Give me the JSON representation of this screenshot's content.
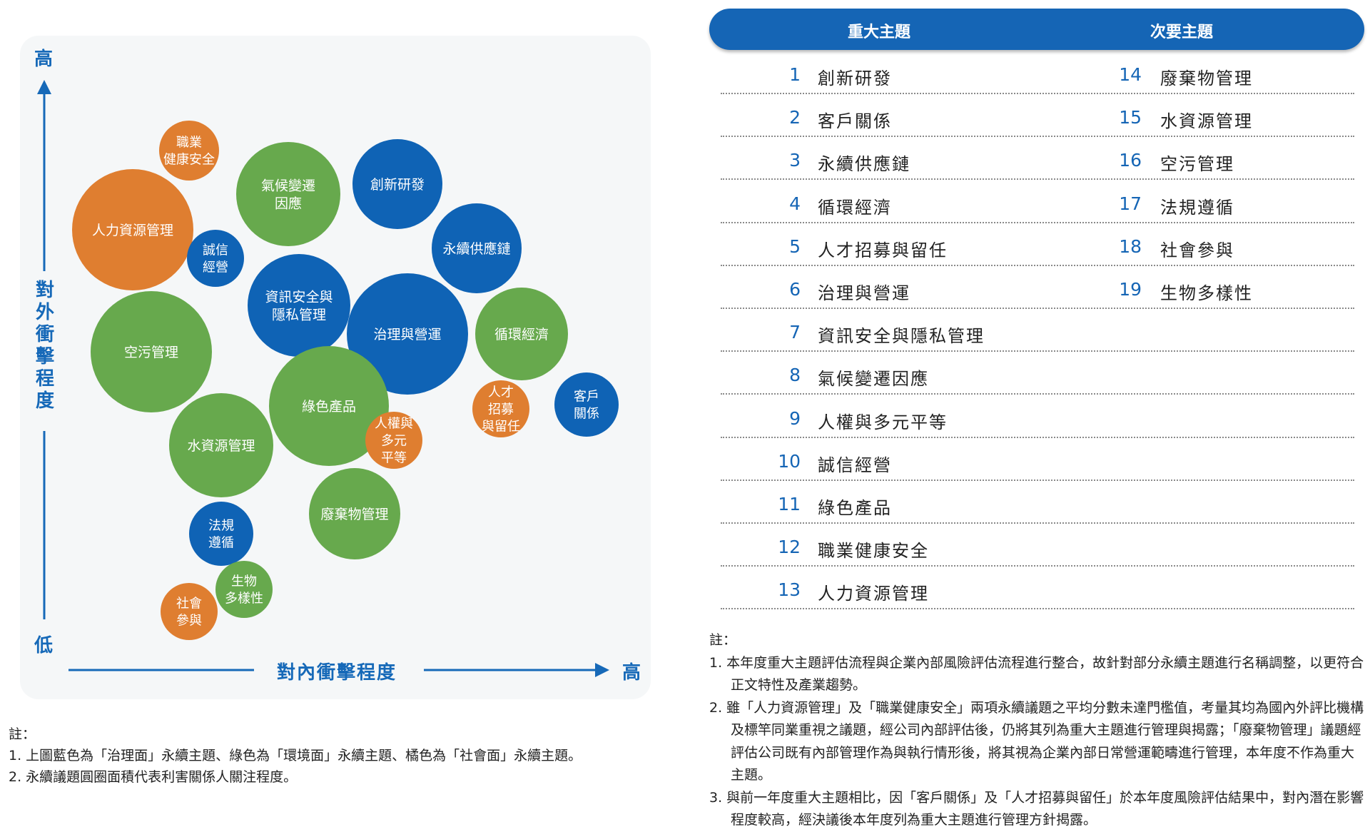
{
  "axis": {
    "y_label": "對外衝擊程度",
    "x_label": "對內衝擊程度",
    "high": "高",
    "low": "低"
  },
  "colors": {
    "governance": "#0f63b5",
    "environment": "#67a94d",
    "social": "#df7e30",
    "axis": "#1669b8"
  },
  "bubbles": [
    {
      "label": "人力資源管理",
      "cat": "social"
    },
    {
      "label": "職業\n健康安全",
      "cat": "social"
    },
    {
      "label": "氣候變遷\n因應",
      "cat": "environment"
    },
    {
      "label": "創新研發",
      "cat": "governance"
    },
    {
      "label": "永續供應鏈",
      "cat": "governance"
    },
    {
      "label": "誠信\n經營",
      "cat": "governance"
    },
    {
      "label": "資訊安全與\n隱私管理",
      "cat": "governance"
    },
    {
      "label": "治理與營運",
      "cat": "governance"
    },
    {
      "label": "循環經濟",
      "cat": "environment"
    },
    {
      "label": "空污管理",
      "cat": "environment"
    },
    {
      "label": "綠色產品",
      "cat": "environment"
    },
    {
      "label": "人才\n招募\n與留任",
      "cat": "social"
    },
    {
      "label": "客戶\n關係",
      "cat": "governance"
    },
    {
      "label": "人權與\n多元\n平等",
      "cat": "social"
    },
    {
      "label": "水資源管理",
      "cat": "environment"
    },
    {
      "label": "廢棄物管理",
      "cat": "environment"
    },
    {
      "label": "法規\n遵循",
      "cat": "governance"
    },
    {
      "label": "生物\n多樣性",
      "cat": "environment"
    },
    {
      "label": "社會\n參與",
      "cat": "social"
    }
  ],
  "left_notes": {
    "title": "註：",
    "items": [
      "1.  上圖藍色為「治理面」永續主題、綠色為「環境面」永續主題、橘色為「社會面」永續主題。",
      "2.  永續議題圓圈面積代表利害關係人關注程度。"
    ]
  },
  "table": {
    "major_header": "重大主題",
    "minor_header": "次要主題",
    "major": [
      {
        "num": "1",
        "label": "創新研發"
      },
      {
        "num": "2",
        "label": "客戶關係"
      },
      {
        "num": "3",
        "label": "永續供應鏈"
      },
      {
        "num": "4",
        "label": "循環經濟"
      },
      {
        "num": "5",
        "label": "人才招募與留任"
      },
      {
        "num": "6",
        "label": "治理與營運"
      },
      {
        "num": "7",
        "label": "資訊安全與隱私管理"
      },
      {
        "num": "8",
        "label": "氣候變遷因應"
      },
      {
        "num": "9",
        "label": "人權與多元平等"
      },
      {
        "num": "10",
        "label": "誠信經營"
      },
      {
        "num": "11",
        "label": "綠色產品"
      },
      {
        "num": "12",
        "label": "職業健康安全"
      },
      {
        "num": "13",
        "label": "人力資源管理"
      }
    ],
    "minor": [
      {
        "num": "14",
        "label": "廢棄物管理"
      },
      {
        "num": "15",
        "label": "水資源管理"
      },
      {
        "num": "16",
        "label": "空污管理"
      },
      {
        "num": "17",
        "label": "法規遵循"
      },
      {
        "num": "18",
        "label": "社會參與"
      },
      {
        "num": "19",
        "label": "生物多樣性"
      }
    ]
  },
  "right_notes": {
    "title": "註：",
    "items": [
      "1.  本年度重大主題評估流程與企業內部風險評估流程進行整合，故針對部分永續主題進行名稱調整，以更符合正文特性及產業趨勢。",
      "2.  雖「人力資源管理」及「職業健康安全」兩項永續議題之平均分數未達門檻值，考量其均為國內外評比機構及標竿同業重視之議題，經公司內部評估後，仍將其列為重大主題進行管理與揭露；「廢棄物管理」議題經評估公司既有內部管理作為與執行情形後，將其視為企業內部日常營運範疇進行管理，本年度不作為重大主題。",
      "3.  與前一年度重大主題相比，因「客戶關係」及「人才招募與留任」於本年度風險評估結果中，對內潛在影響程度較高，經決議後本年度列為重大主題進行管理方針揭露。"
    ]
  }
}
